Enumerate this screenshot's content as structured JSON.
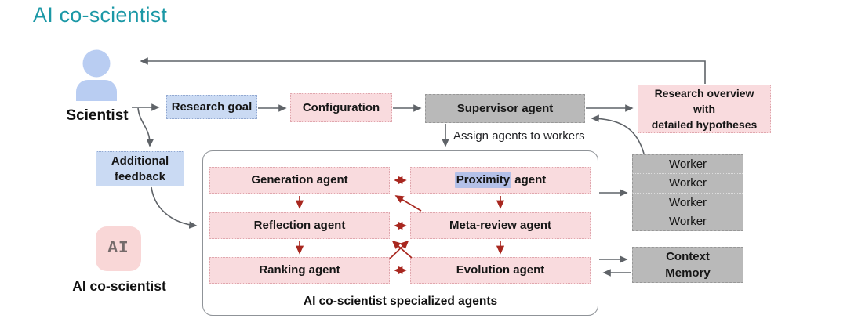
{
  "title": "AI co-scientist",
  "colors": {
    "title_teal": "#1b98a6",
    "arrow_gray": "#5f6368",
    "arrow_red": "#a8271f",
    "box_blue": "#cadaf3",
    "box_pink": "#f9dbde",
    "box_gray": "#b9b9b9",
    "proximity_highlight": "#b4c0e8"
  },
  "actors": {
    "scientist_label": "Scientist",
    "ai_label": "AI co-scientist",
    "ai_icon_text": "AI"
  },
  "flow": {
    "research_goal": "Research goal",
    "configuration": "Configuration",
    "supervisor": "Supervisor agent",
    "research_overview_lines": [
      "Research overview",
      "with",
      "detailed hypotheses"
    ],
    "additional_feedback_lines": [
      "Additional",
      "feedback"
    ],
    "assign_label": "Assign agents to workers"
  },
  "agents": {
    "generation": "Generation agent",
    "proximity": {
      "highlighted": "Proximity",
      "rest": " agent"
    },
    "reflection": "Reflection agent",
    "meta_review": "Meta-review agent",
    "ranking": "Ranking agent",
    "evolution": "Evolution agent",
    "container_label": "AI co-scientist specialized agents"
  },
  "workers": {
    "rows": [
      "Worker",
      "Worker",
      "Worker",
      "Worker"
    ]
  },
  "context_memory_lines": [
    "Context",
    "Memory"
  ]
}
